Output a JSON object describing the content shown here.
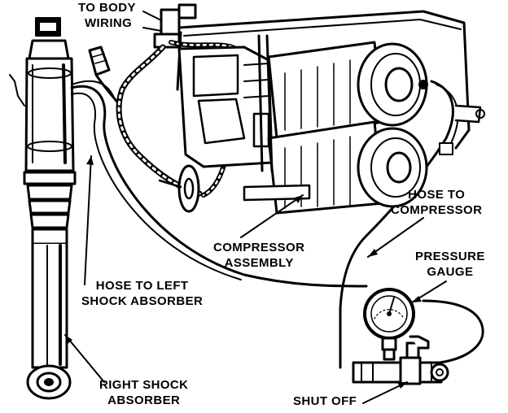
{
  "labels": {
    "to_body_wiring": [
      "TO BODY",
      "WIRING"
    ],
    "hose_to_compressor": [
      "HOSE TO",
      "COMPRESSOR"
    ],
    "compressor_assembly": [
      "COMPRESSOR",
      "ASSEMBLY"
    ],
    "pressure_gauge": [
      "PRESSURE",
      "GAUGE"
    ],
    "hose_to_left_shock": [
      "HOSE TO LEFT",
      "SHOCK ABSORBER"
    ],
    "right_shock_absorber": [
      "RIGHT SHOCK",
      "ABSORBER"
    ],
    "shut_off": "SHUT OFF"
  },
  "colors": {
    "ink": "#000000",
    "paper": "#ffffff"
  }
}
